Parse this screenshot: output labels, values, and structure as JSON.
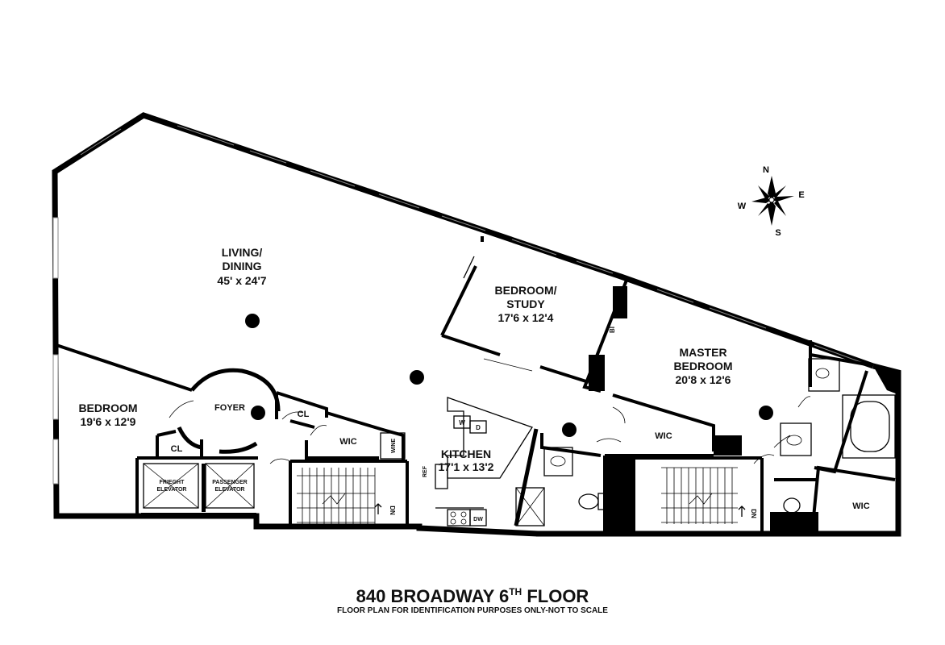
{
  "plan": {
    "title_main": "840 BROADWAY 6",
    "title_superscript": "TH",
    "title_end": "FLOOR",
    "subtitle": "FLOOR PLAN FOR IDENTIFICATION PURPOSES ONLY-NOT TO SCALE"
  },
  "rooms": {
    "living_name_1": "LIVING/",
    "living_name_2": "DINING",
    "living_dims": "45' x 24'7",
    "study_name_1": "BEDROOM/",
    "study_name_2": "STUDY",
    "study_dims": "17'6 x 12'4",
    "master_name_1": "MASTER",
    "master_name_2": "BEDROOM",
    "master_dims": "20'8 x 12'6",
    "bedroom_name": "BEDROOM",
    "bedroom_dims": "19'6 x 12'9",
    "kitchen_name": "KITCHEN",
    "kitchen_dims": "17'1 x 13'2",
    "foyer": "FOYER"
  },
  "fixtures": {
    "cl_1": "CL",
    "cl_2": "CL",
    "wic_1": "WIC",
    "wic_2": "WIC",
    "wic_3": "WIC",
    "wine": "WINE",
    "w": "W",
    "d": "D",
    "ref": "REF",
    "dw": "DW",
    "bi": "BI",
    "dn_1": "DN",
    "dn_2": "DN",
    "freight_1": "FRIEGHT",
    "freight_2": "ELEVATOR",
    "passenger_1": "PASSENGER",
    "passenger_2": "ELEVATOR"
  },
  "compass": {
    "n": "N",
    "e": "E",
    "s": "S",
    "w": "W"
  },
  "colors": {
    "wall": "#000000",
    "window": "#888888",
    "background": "#ffffff"
  }
}
